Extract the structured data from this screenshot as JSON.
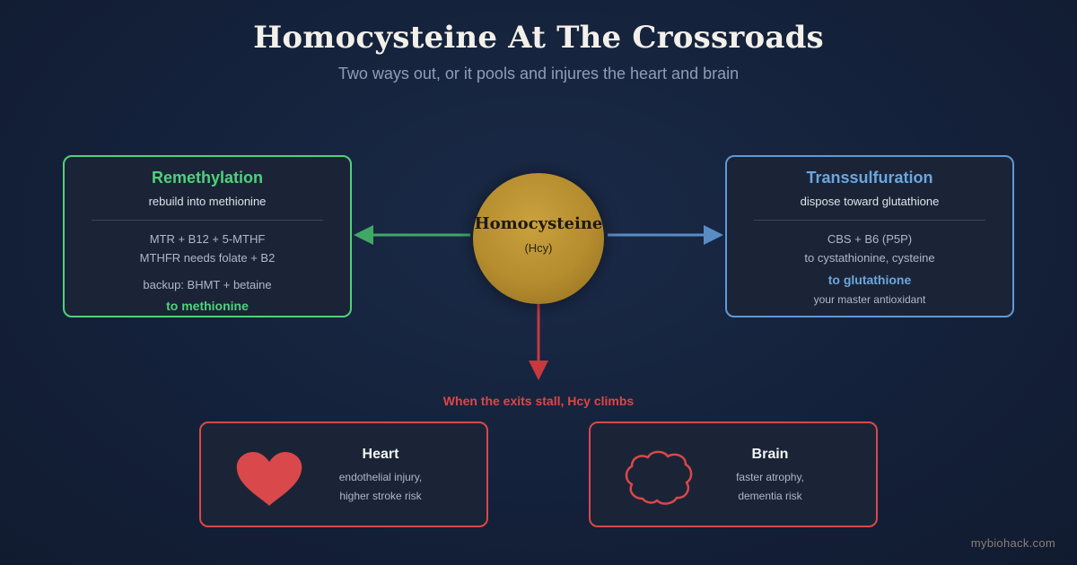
{
  "header": {
    "title": "Homocysteine At The Crossroads",
    "subtitle": "Two ways out, or it pools and injures the heart and brain"
  },
  "center": {
    "name": "Homocysteine",
    "abbr": "(Hcy)"
  },
  "remethylation": {
    "title": "Remethylation",
    "subtitle": "rebuild into methionine",
    "lines": [
      "MTR + B12 + 5-MTHF",
      "MTHFR needs folate + B2"
    ],
    "backup": "backup: BHMT + betaine",
    "result": "to methionine"
  },
  "transsulfuration": {
    "title": "Transsulfuration",
    "subtitle": "dispose toward glutathione",
    "lines": [
      "CBS + B6 (P5P)",
      "to cystathionine, cysteine"
    ],
    "result": "to glutathione",
    "note": "your master antioxidant"
  },
  "warning": "When the exits stall, Hcy climbs",
  "risks": {
    "heart": {
      "title": "Heart",
      "lines": [
        "endothelial injury,",
        "higher stroke risk"
      ],
      "icon": "heart-icon"
    },
    "brain": {
      "title": "Brain",
      "lines": [
        "faster atrophy,",
        "dementia risk"
      ],
      "icon": "brain-icon"
    }
  },
  "brand": "mybiohack.com",
  "colors": {
    "remethylation": "#4fd17b",
    "transsulfuration": "#5d9ad6",
    "danger": "#d9484b",
    "hcy_gold": "#b58c2e",
    "background": "#14213a"
  }
}
